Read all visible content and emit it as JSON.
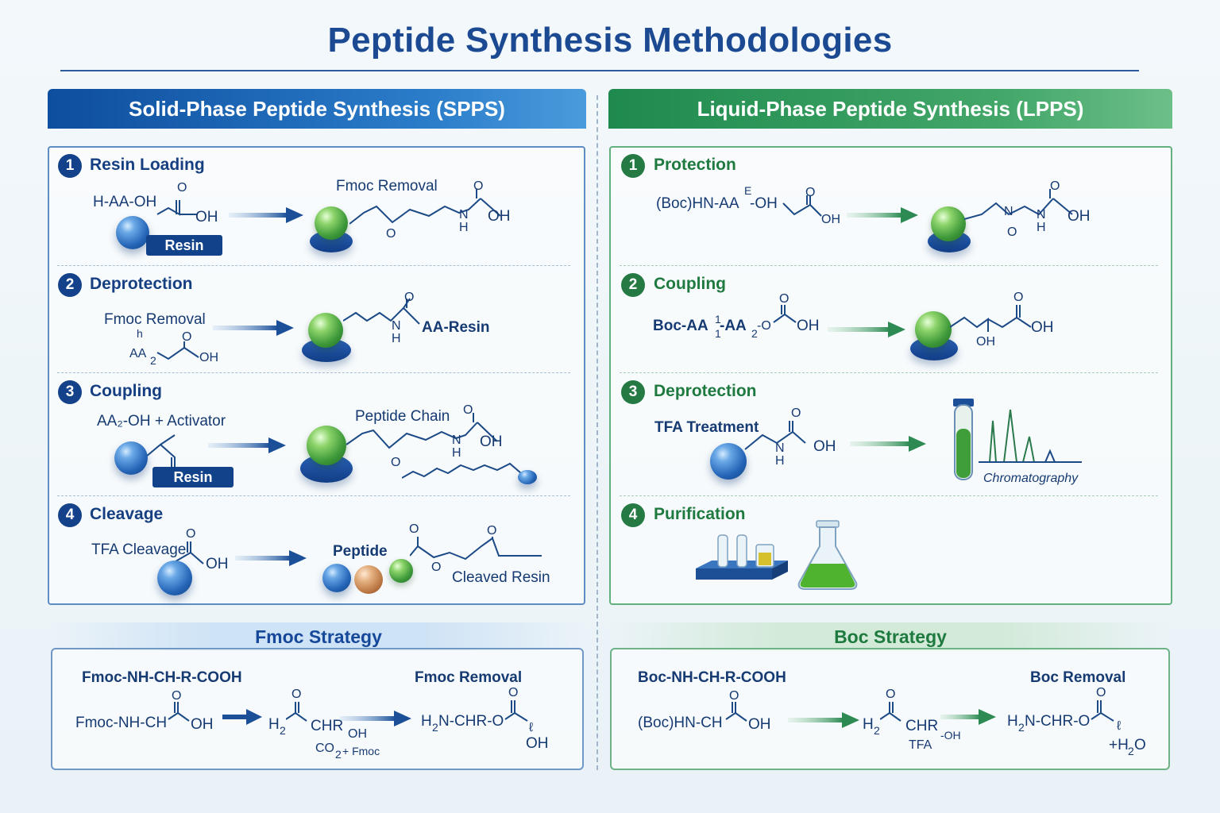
{
  "title": "Peptide Synthesis Methodologies",
  "colors": {
    "spps_blue": "#1c4a92",
    "lpps_green": "#2b9a57",
    "text_dark": "#163a72"
  },
  "spps": {
    "banner": "Solid-Phase Peptide Synthesis (SPPS)",
    "steps": [
      {
        "num": "1",
        "label": "Resin Loading",
        "texts": {
          "reactant": "H-AA-OH",
          "o": "O",
          "oh": "OH",
          "resin": "Resin",
          "product_label": "Fmoc Removal",
          "p_o": "O",
          "p_o2": "O",
          "p_nh": "N",
          "p_h": "H",
          "p_oh": "OH"
        }
      },
      {
        "num": "2",
        "label": "Deprotection",
        "texts": {
          "reagent": "Fmoc Removal",
          "h": "h",
          "aa": "AA",
          "aa_sub": "2",
          "o": "O",
          "oh": "OH",
          "p_o": "O",
          "p_nh": "N",
          "p_h": "H",
          "p_aa_resin": "AA-Resin"
        }
      },
      {
        "num": "3",
        "label": "Coupling",
        "texts": {
          "reactant": "AA₂-OH + Activator",
          "resin": "Resin",
          "product_label": "Peptide Chain",
          "p_o": "O",
          "p_o2": "O",
          "p_nh": "N",
          "p_h": "H",
          "p_oh": "OH"
        }
      },
      {
        "num": "4",
        "label": "Cleavage",
        "texts": {
          "reagent": "TFA Cleavage",
          "o": "O",
          "oh": "OH",
          "product_label": "Peptide",
          "p_o": "O",
          "p_o2": "O",
          "p_o3": "O",
          "cleaved": "Cleaved Resin"
        }
      }
    ]
  },
  "lpps": {
    "banner": "Liquid-Phase Peptide Synthesis (LPPS)",
    "steps": [
      {
        "num": "1",
        "label": "Protection",
        "texts": {
          "reactant": "(Boc)HN-AA",
          "e": "E",
          "oh1": "-OH",
          "o": "O",
          "oh": "OH",
          "p_n": "N",
          "p_o": "O",
          "p_o2": "O",
          "p_nh": "N",
          "p_h": "H",
          "p_oh": "OH"
        }
      },
      {
        "num": "2",
        "label": "Coupling",
        "texts": {
          "reactant": "Boc-AA",
          "sup": "1",
          "sub": "1",
          "aa2": "-AA",
          "aa2_sub": "2",
          "o_small": "-O",
          "o": "O",
          "oh": "OH",
          "p_o": "O",
          "p_oh": "OH",
          "p_oh2": "OH"
        }
      },
      {
        "num": "3",
        "label": "Deprotection",
        "texts": {
          "reagent": "TFA Treatment",
          "o": "O",
          "n": "N",
          "h": "H",
          "oh": "OH",
          "chromatography": "Chromatography"
        }
      },
      {
        "num": "4",
        "label": "Purification",
        "texts": {}
      }
    ]
  },
  "fmoc_strategy": {
    "heading": "Fmoc Strategy",
    "formula": "Fmoc-NH-CH-R-COOH",
    "reactant": "Fmoc-NH-CH",
    "o": "O",
    "oh": "OH",
    "mid_h": "H",
    "mid_h_sub": "2",
    "mid_o": "O",
    "mid_chr": "CHR",
    "mid_oh": "OH",
    "byproduct": "CO",
    "byproduct_sub": "2",
    "byproduct_rest": "+ Fmoc",
    "removal": "Fmoc Removal",
    "product": "H",
    "product_sub": "2",
    "product_rest": "N-CHR-O",
    "p_o": "O",
    "p_tilde": "ℓ",
    "p_oh": "OH"
  },
  "boc_strategy": {
    "heading": "Boc Strategy",
    "formula": "Boc-NH-CH-R-COOH",
    "reactant": "(Boc)HN-CH",
    "o": "O",
    "oh": "OH",
    "mid_h": "H",
    "mid_h_sub": "2",
    "mid_o": "O",
    "mid_chr": "CHR",
    "mid_oh": "-OH",
    "tfa": "TFA",
    "removal": "Boc Removal",
    "product": "H",
    "product_sub": "2",
    "product_rest": "N-CHR-O",
    "p_o": "O",
    "p_tilde": "ℓ",
    "water": "+H",
    "water_sub": "2",
    "water_rest": "O"
  }
}
